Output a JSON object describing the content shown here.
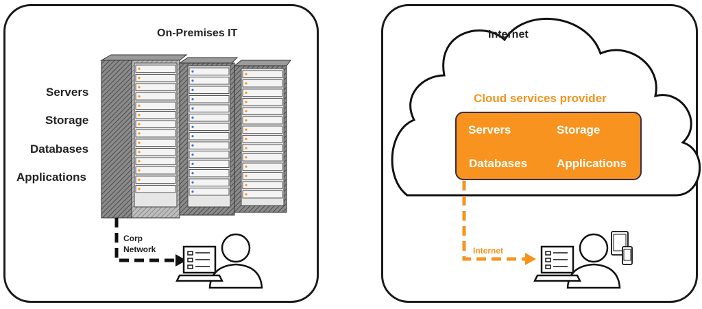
{
  "left": {
    "title": "On-Premises IT",
    "items": [
      "Servers",
      "Storage",
      "Databases",
      "Applications"
    ],
    "link_label_line1": "Corp",
    "link_label_line2": "Network"
  },
  "right": {
    "cloud_label": "Internet",
    "provider_label": "Cloud services provider",
    "services": [
      "Servers",
      "Storage",
      "Databases",
      "Applications"
    ],
    "link_label": "Internet"
  },
  "colors": {
    "accent": "#f7931e",
    "stroke": "#1a1a1a",
    "rack_dark": "#555555",
    "rack_light": "#d9d9d9"
  }
}
